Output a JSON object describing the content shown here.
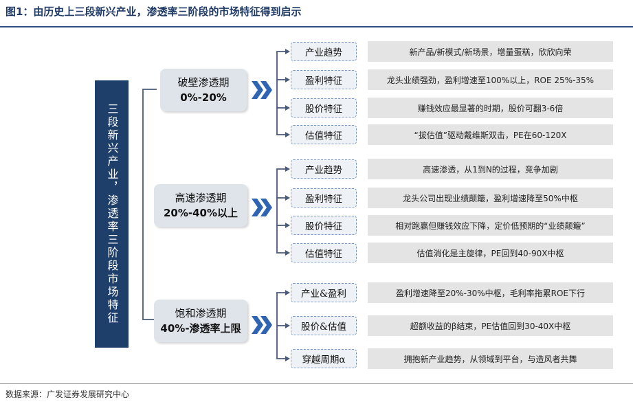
{
  "title": "图1：由历史上三段新兴产业，渗透率三阶段的市场特征得到启示",
  "source": "数据来源：广发证券发展研究中心",
  "left_label": "三段新兴产业，渗透率三阶段市场特征",
  "colors": {
    "navy": "#1f3f6b",
    "chevron": "#2f64b3",
    "connector": "#4a5a7a"
  },
  "phases": [
    {
      "name": "破壁渗透期",
      "range": "0%-20%",
      "features": [
        {
          "label": "产业趋势",
          "desc": "新产品/新模式/新场景，增量蛋糕，欣欣向荣"
        },
        {
          "label": "盈利特征",
          "desc": "龙头业绩强劲，盈利增速至100%以上，ROE 25%-35%"
        },
        {
          "label": "股价特征",
          "desc": "赚钱效应最显著的时期，股价可翻3-6倍"
        },
        {
          "label": "估值特征",
          "desc": "“拔估值”驱动戴维斯双击，PE在60-120X"
        }
      ]
    },
    {
      "name": "高速渗透期",
      "range": "20%-40%以上",
      "features": [
        {
          "label": "产业趋势",
          "desc": "高速渗透，从1到N的过程，竞争加剧"
        },
        {
          "label": "盈利特征",
          "desc": "龙头公司出现业绩颠簸，盈利增速降至50%中枢"
        },
        {
          "label": "股价特征",
          "desc": "相对跑赢但赚钱效应下降，定价低预期的“业绩颠簸”"
        },
        {
          "label": "估值特征",
          "desc": "估值消化是主旋律，PE回到40-90X中枢"
        }
      ]
    },
    {
      "name": "饱和渗透期",
      "range": "40%-渗透率上限",
      "features": [
        {
          "label": "产业&盈利",
          "desc": "盈利增速降至20%-30%中枢，毛利率拖累ROE下行"
        },
        {
          "label": "股价&估值",
          "desc": "超额收益的β结束，PE估值回到30-40X中枢"
        },
        {
          "label": "穿越周期α",
          "desc": "拥抱新产业趋势，从领域到平台，与造风者共舞"
        }
      ]
    }
  ]
}
